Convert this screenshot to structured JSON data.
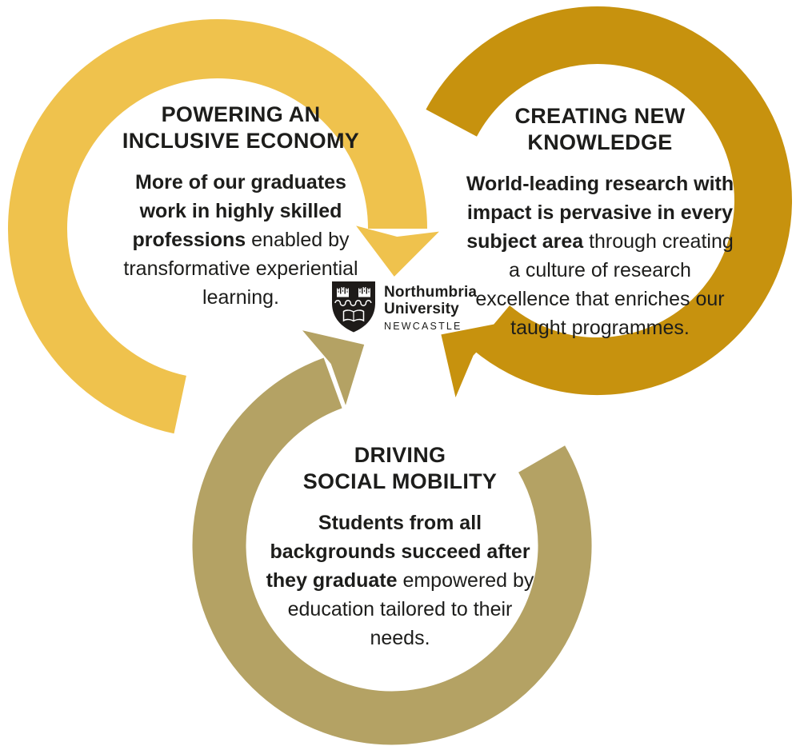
{
  "page": {
    "background_color": "#ffffff",
    "text_color": "#1d1d1b"
  },
  "rings": [
    {
      "id": "economy",
      "color": "#EFC24D",
      "title": "POWERING AN\nINCLUSIVE ECONOMY",
      "body_bold": "More of our graduates work in highly skilled professions",
      "body_rest": " enabled by transformative experiential learning."
    },
    {
      "id": "knowledge",
      "color": "#C7920E",
      "title": "CREATING NEW\nKNOWLEDGE",
      "body_bold": "World-leading research with impact is pervasive in every subject area",
      "body_rest": " through creating a culture of research excellence that enriches our taught programmes."
    },
    {
      "id": "mobility",
      "color": "#B4A264",
      "title": "DRIVING\nSOCIAL MOBILITY",
      "body_bold": "Students from all backgrounds succeed after they graduate",
      "body_rest": " empowered by education tailored to their needs."
    }
  ],
  "logo": {
    "name_line1": "Northumbria",
    "name_line2": "University",
    "city": "NEWCASTLE",
    "shield_color": "#1e1b19"
  }
}
